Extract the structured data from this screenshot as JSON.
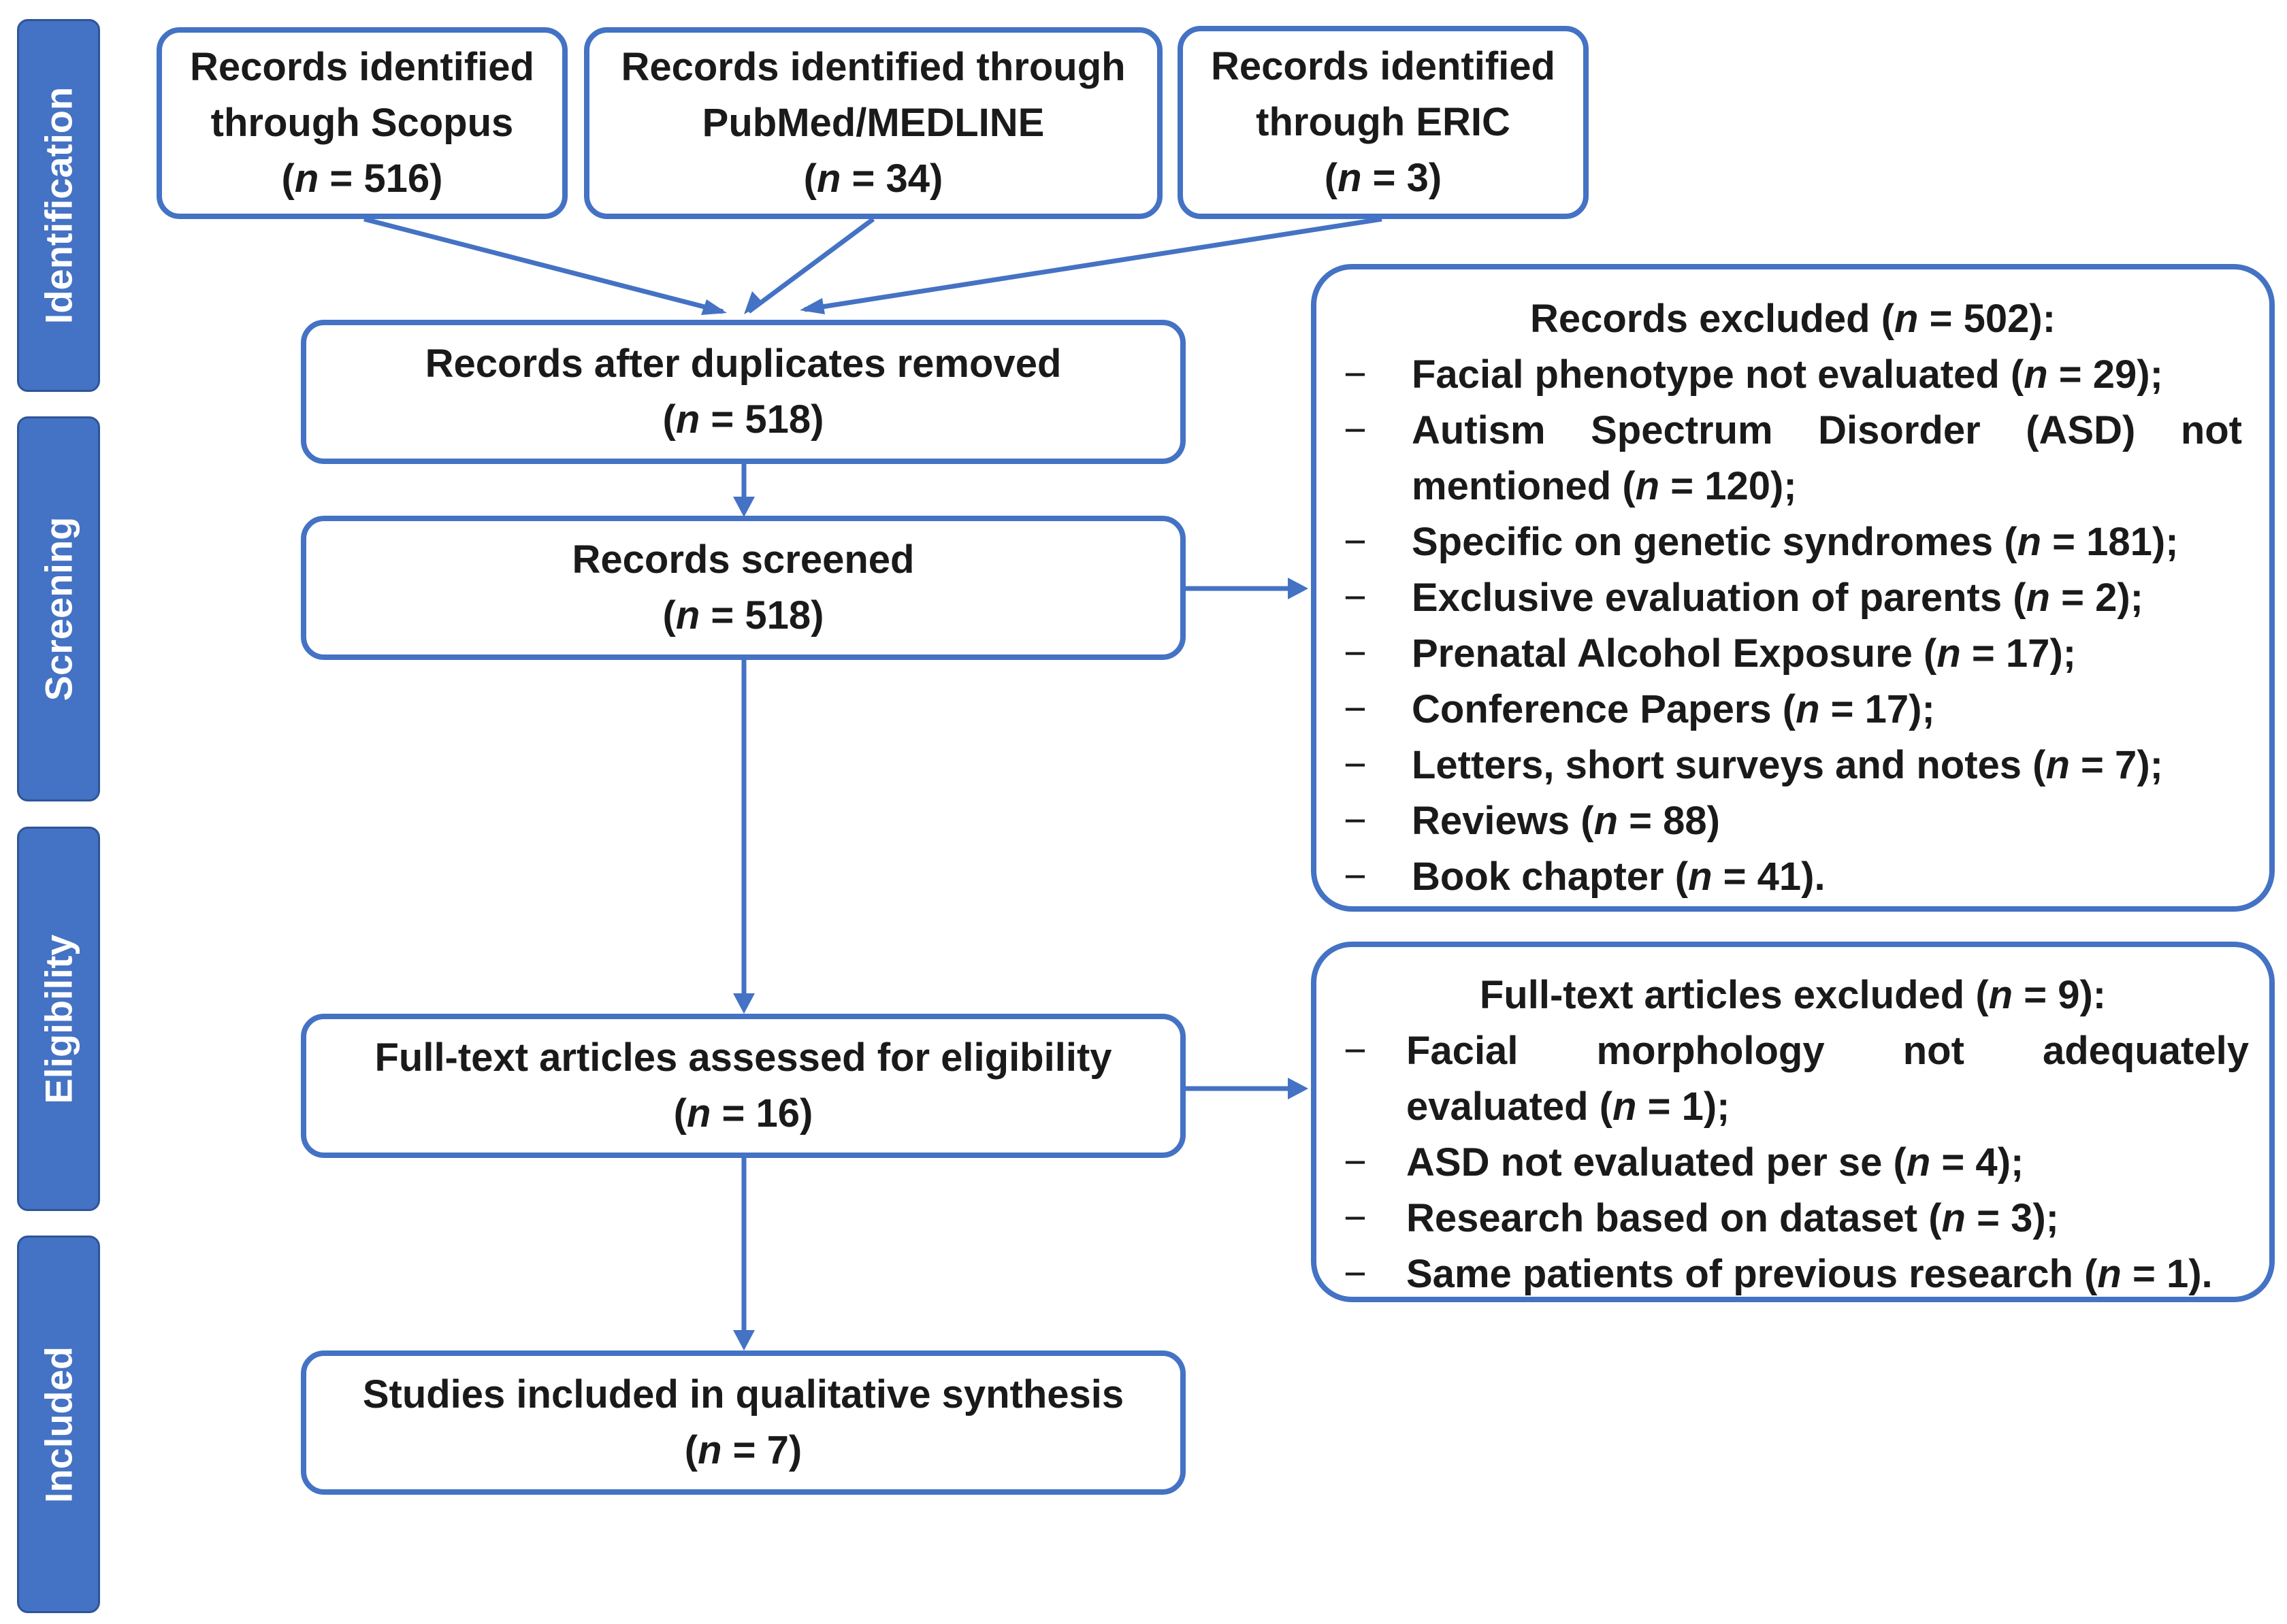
{
  "phases": {
    "identification": "Identification",
    "screening": "Screening",
    "eligibility": "Eligibility",
    "included": "Included"
  },
  "colors": {
    "accent": "#4472c4",
    "phase_fill": "#4472c4",
    "text": "#1a1a1a"
  },
  "boxes": {
    "scopus": {
      "line1": "Records identified",
      "line2": "through Scopus",
      "n": "516"
    },
    "pubmed": {
      "line1": "Records identified through",
      "line2": "PubMed/MEDLINE",
      "n": "34"
    },
    "eric": {
      "line1": "Records identified",
      "line2": "through ERIC",
      "n": "3"
    },
    "duplicates": {
      "line1": "Records after duplicates removed",
      "n": "518"
    },
    "screened": {
      "line1": "Records screened",
      "n": "518"
    },
    "fulltext": {
      "line1": "Full-text articles assessed for eligibility",
      "n": "16"
    },
    "included": {
      "line1": "Studies included in qualitative synthesis",
      "n": "7"
    }
  },
  "excluded_records": {
    "heading": "Records excluded",
    "n": "502",
    "items": [
      {
        "text": "Facial phenotype not evaluated",
        "n": "29",
        "end": ";"
      },
      {
        "words": [
          "Autism",
          "Spectrum",
          "Disorder",
          "(ASD)",
          "not"
        ],
        "cont": "mentioned",
        "n": "120",
        "end": ";"
      },
      {
        "text": "Specific on genetic syndromes",
        "n": "181",
        "end": ";"
      },
      {
        "text": "Exclusive evaluation of parents",
        "n": "2",
        "end": ";"
      },
      {
        "text": "Prenatal Alcohol Exposure",
        "n": "17",
        "end": ";"
      },
      {
        "text": "Conference Papers",
        "n": "17",
        "end": ";"
      },
      {
        "text": "Letters, short surveys and notes",
        "n": "7",
        "end": ";"
      },
      {
        "text": "Reviews",
        "n": "88",
        "end": ""
      },
      {
        "text": "Book chapter",
        "n": "41",
        "end": "."
      }
    ]
  },
  "excluded_fulltext": {
    "heading": "Full-text articles excluded",
    "n": "9",
    "items": [
      {
        "words": [
          "Facial",
          "morphology",
          "not",
          "adequately"
        ],
        "cont": "evaluated",
        "n": "1",
        "end": ";"
      },
      {
        "text": "ASD not evaluated per se",
        "n": "4",
        "end": ";"
      },
      {
        "text": "Research based on dataset",
        "n": "3",
        "end": ";"
      },
      {
        "text": "Same patients of previous research",
        "n": "1",
        "end": "."
      }
    ]
  },
  "symbols": {
    "n": "n",
    "eq": " = ",
    "dash": "−"
  }
}
